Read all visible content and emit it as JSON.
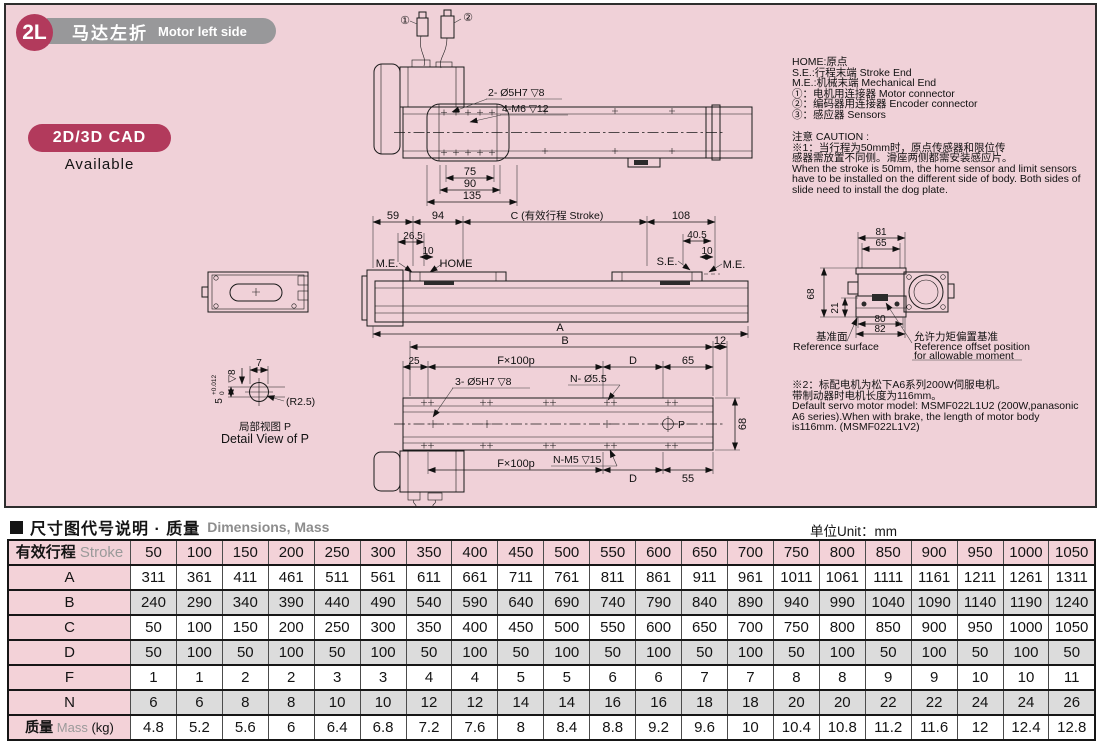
{
  "header": {
    "badge": "2L",
    "title_cn": "马达左折",
    "title_en": "Motor left side"
  },
  "cad": {
    "badge": "2D/3D CAD",
    "sub": "Available"
  },
  "notes": {
    "legend": [
      "HOME:原点",
      "S.E.:行程末端 Stroke End",
      "M.E.:机械末端 Mechanical End",
      "①：电机用连接器 Motor connector",
      "②：编码器用连接器 Encoder connector",
      "③：感应器 Sensors"
    ],
    "caution_title": "注意 CAUTION :",
    "caution_cn": [
      "※1：当行程为50mm时，原点传感器和限位传",
      "感器需放置不同侧。滑座两侧都需安装感应片。"
    ],
    "caution_en": "When the stroke is 50mm, the home sensor and limit sensors have to be installed on the different side of body. Both sides of slide need to install the dog plate.",
    "note2_cn": [
      "※2：标配电机为松下A6系列200W伺服电机。",
      "带制动器时电机长度为116mm。"
    ],
    "note2_en": "Default servo motor model: MSMF022L1U2 (200W,panasonic A6 series).When with brake, the length of motor body is116mm. (MSMF022L1V2)"
  },
  "drawing": {
    "top": {
      "c1": "①",
      "c2": "②",
      "n1": "2- Ø5H7 ▽8",
      "n2": "4-M6 ▽12",
      "d75": "75",
      "d90": "90",
      "d135": "135"
    },
    "side": {
      "d59": "59",
      "d94": "94",
      "c": "C (有效行程 Stroke)",
      "d108": "108",
      "d265": "26.5",
      "d10l": "10",
      "d405": "40.5",
      "d10r": "10",
      "mel": "M.E.",
      "home": "HOME",
      "se": "S.E.",
      "mer": "M.E.",
      "a": "A"
    },
    "bottom": {
      "b": "B",
      "d12": "12",
      "d25": "25",
      "f1": "F×100p",
      "dt": "D",
      "d65": "65",
      "n3": "3- Ø5H7 ▽8",
      "n4": "N- Ø5.5",
      "d68": "68",
      "p": "P",
      "f2": "F×100p",
      "n5": "N-M5 ▽15",
      "db": "D",
      "d55": "55"
    },
    "end": {
      "d81": "81",
      "d65": "65",
      "d68": "68",
      "d21": "21",
      "d80": "80",
      "d82": "82",
      "ref_cn": "基准面",
      "ref_en": "Reference surface",
      "off_cn": "允许力矩偏置基准",
      "off_en1": "Reference offset position",
      "off_en2": "for allowable moment"
    },
    "detail": {
      "d7": "7",
      "depth": "▽8",
      "d5": "5",
      "tol_p": "+0.012",
      "tol_z": "0",
      "r": "(R2.5)",
      "cap_cn": "局部视图 P",
      "cap_en": "Detail View of P"
    }
  },
  "section": {
    "title_cn": "尺寸图代号说明 · 质量",
    "title_en": "Dimensions, Mass",
    "unit": "单位Unit：mm"
  },
  "table": {
    "header_cn": "有效行程",
    "header_en": "Stroke",
    "strokes": [
      "50",
      "100",
      "150",
      "200",
      "250",
      "300",
      "350",
      "400",
      "450",
      "500",
      "550",
      "600",
      "650",
      "700",
      "750",
      "800",
      "850",
      "900",
      "950",
      "1000",
      "1050"
    ],
    "rows": [
      {
        "label": "A",
        "shade": false,
        "values": [
          "311",
          "361",
          "411",
          "461",
          "511",
          "561",
          "611",
          "661",
          "711",
          "761",
          "811",
          "861",
          "911",
          "961",
          "1011",
          "1061",
          "1111",
          "1161",
          "1211",
          "1261",
          "1311"
        ]
      },
      {
        "label": "B",
        "shade": true,
        "values": [
          "240",
          "290",
          "340",
          "390",
          "440",
          "490",
          "540",
          "590",
          "640",
          "690",
          "740",
          "790",
          "840",
          "890",
          "940",
          "990",
          "1040",
          "1090",
          "1140",
          "1190",
          "1240"
        ]
      },
      {
        "label": "C",
        "shade": false,
        "values": [
          "50",
          "100",
          "150",
          "200",
          "250",
          "300",
          "350",
          "400",
          "450",
          "500",
          "550",
          "600",
          "650",
          "700",
          "750",
          "800",
          "850",
          "900",
          "950",
          "1000",
          "1050"
        ]
      },
      {
        "label": "D",
        "shade": true,
        "values": [
          "50",
          "100",
          "50",
          "100",
          "50",
          "100",
          "50",
          "100",
          "50",
          "100",
          "50",
          "100",
          "50",
          "100",
          "50",
          "100",
          "50",
          "100",
          "50",
          "100",
          "50"
        ]
      },
      {
        "label": "F",
        "shade": false,
        "values": [
          "1",
          "1",
          "2",
          "2",
          "3",
          "3",
          "4",
          "4",
          "5",
          "5",
          "6",
          "6",
          "7",
          "7",
          "8",
          "8",
          "9",
          "9",
          "10",
          "10",
          "11"
        ]
      },
      {
        "label": "N",
        "shade": true,
        "values": [
          "6",
          "6",
          "8",
          "8",
          "10",
          "10",
          "12",
          "12",
          "14",
          "14",
          "16",
          "16",
          "18",
          "18",
          "20",
          "20",
          "22",
          "22",
          "24",
          "24",
          "26"
        ]
      },
      {
        "label_cn": "质量",
        "label_en": "Mass",
        "label_unit": "(kg)",
        "shade": false,
        "values": [
          "4.8",
          "5.2",
          "5.6",
          "6",
          "6.4",
          "6.8",
          "7.2",
          "7.6",
          "8",
          "8.4",
          "8.8",
          "9.2",
          "9.6",
          "10",
          "10.4",
          "10.8",
          "11.2",
          "11.6",
          "12",
          "12.4",
          "12.8"
        ]
      }
    ]
  },
  "colors": {
    "accent": "#b23a5c",
    "panel_pink": "#f0d1d8",
    "banner_gray": "#98989a",
    "row_gray": "#dcdcdc",
    "label_pink": "#f3d2d8"
  }
}
